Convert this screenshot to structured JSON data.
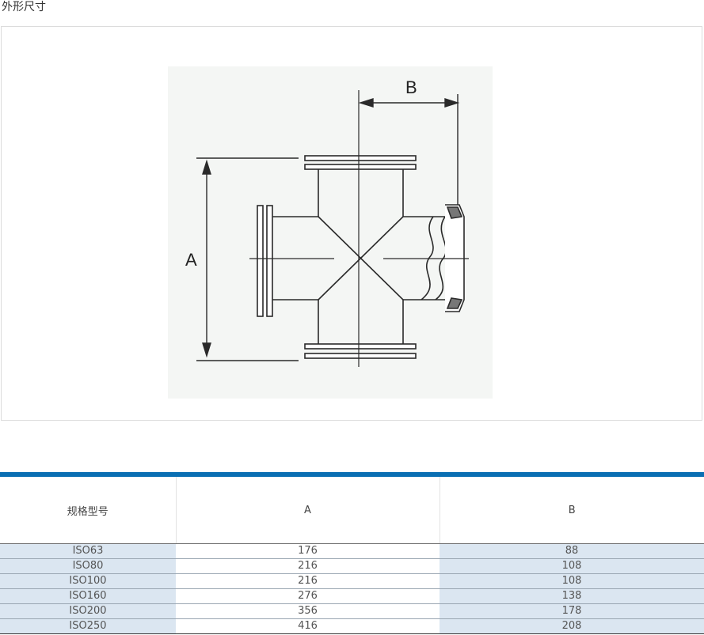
{
  "section": {
    "title": "外形尺寸"
  },
  "figure": {
    "label_a": "A",
    "label_b": "B"
  },
  "table": {
    "headers": [
      "规格型号",
      "A",
      "B"
    ],
    "rows": [
      [
        "ISO63",
        "176",
        "88"
      ],
      [
        "ISO80",
        "216",
        "108"
      ],
      [
        "ISO100",
        "216",
        "108"
      ],
      [
        "ISO160",
        "276",
        "138"
      ],
      [
        "ISO200",
        "356",
        "178"
      ],
      [
        "ISO250",
        "416",
        "208"
      ]
    ]
  },
  "colors": {
    "header_rule": "#0a6fb3",
    "shaded_cell": "#dbe6f1"
  }
}
